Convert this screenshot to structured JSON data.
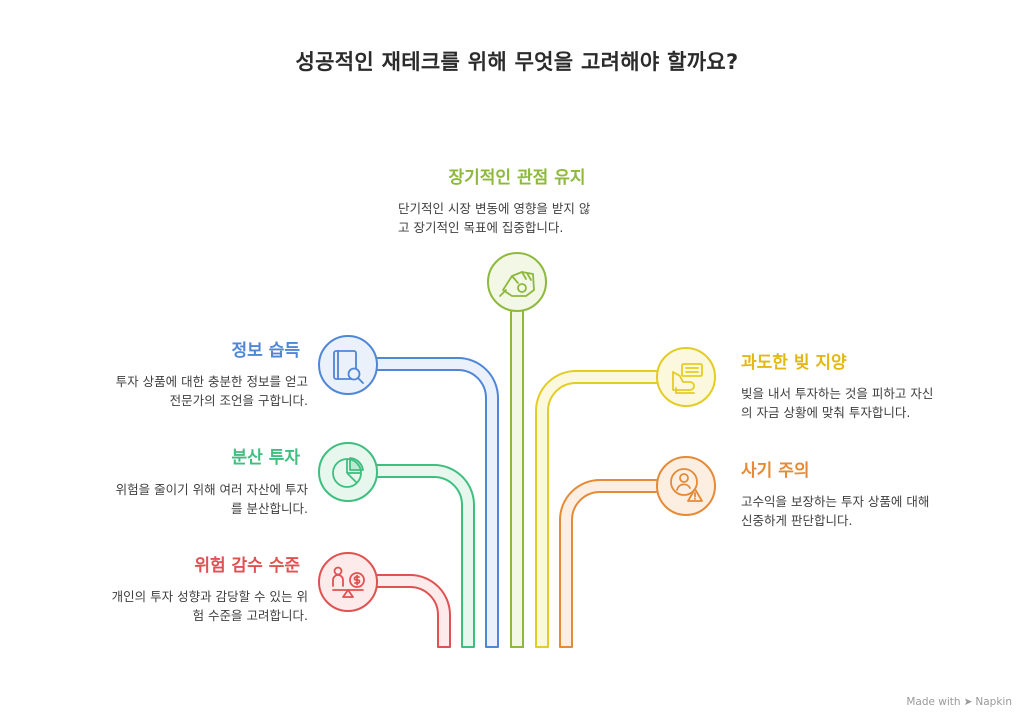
{
  "title": "성공적인 재테크를 위해 무엇을 고려해야 할까요?",
  "items": [
    {
      "key": "long-term",
      "label": "장기적인 관점 유지",
      "desc_lines": [
        "단기적인 시장 변동에 영향을 받지 않",
        "고 장기적인 목표에 집중합니다."
      ],
      "color": "#8db93c",
      "icon": "clenched-fist-icon"
    },
    {
      "key": "information",
      "label": "정보 습득",
      "desc_lines": [
        "투자 상품에 대한 충분한 정보를 얻고",
        "전문가의 조언을 구합니다."
      ],
      "color": "#4f86d6",
      "icon": "book-search-icon"
    },
    {
      "key": "diversification",
      "label": "분산 투자",
      "desc_lines": [
        "위험을 줄이기 위해 여러 자산에 투자",
        "를 분산합니다."
      ],
      "color": "#3fbf7f",
      "icon": "pie-chart-icon"
    },
    {
      "key": "risk-tolerance",
      "label": "위험 감수 수준",
      "desc_lines": [
        "개인의 투자 성향과 감당할 수 있는 위",
        "험 수준을 고려합니다."
      ],
      "color": "#e05252",
      "icon": "person-money-scale-icon"
    },
    {
      "key": "avoid-debt",
      "label": "과도한 빚 지양",
      "desc_lines": [
        "빚을 내서 투자하는 것을 피하고 자신",
        "의 자금 상황에 맞춰 투자합니다."
      ],
      "color": "#e3cc24",
      "icon": "hand-with-money-icon"
    },
    {
      "key": "fraud-caution",
      "label": "사기 주의",
      "desc_lines": [
        "고수익을 보장하는 투자 상품에 대해",
        "신중하게 판단합니다."
      ],
      "color": "#e58a36",
      "icon": "person-warning-icon"
    }
  ],
  "watermark": {
    "prefix": "Made with",
    "brand": "Napkin"
  }
}
